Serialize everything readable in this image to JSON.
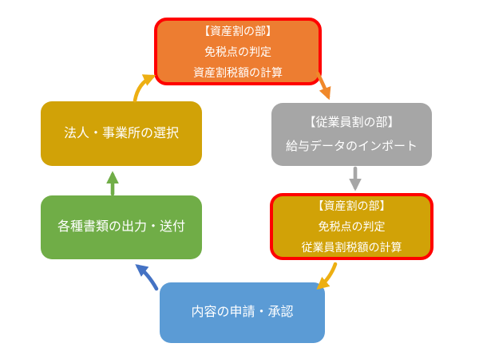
{
  "diagram": {
    "description_type": "circular-flowchart",
    "background": "#FFFFFF",
    "nodes": [
      {
        "id": "asset-part-top",
        "lines": [
          "【資産割の部】",
          "免税点の判定",
          "資産割税額の計算"
        ],
        "fill": "#ED7D31",
        "border": "#FF0000",
        "highlighted": true
      },
      {
        "id": "employee-part-import",
        "lines": [
          "【従業員割の部】",
          "給与データのインポート"
        ],
        "fill": "#A6A6A6",
        "highlighted": false
      },
      {
        "id": "asset-part-right",
        "lines": [
          "【資産割の部】",
          "免税点の判定",
          "従業員割税額の計算"
        ],
        "fill": "#D1A207",
        "border": "#FF0000",
        "highlighted": true
      },
      {
        "id": "apply-approve",
        "lines": [
          "内容の申請・承認"
        ],
        "fill": "#5B9BD5",
        "highlighted": false
      },
      {
        "id": "output-send",
        "lines": [
          "各種書類の出力・送付"
        ],
        "fill": "#70AD47",
        "highlighted": false
      },
      {
        "id": "select-corporation",
        "lines": [
          "法人・事業所の選択"
        ],
        "fill": "#D1A207",
        "highlighted": false
      }
    ],
    "arrows": [
      {
        "id": "select-to-asset-top",
        "from": "select-corporation",
        "to": "asset-part-top",
        "direction": "up-right",
        "color": "#EDAF12"
      },
      {
        "id": "asset-top-to-import",
        "from": "asset-part-top",
        "to": "employee-part-import",
        "direction": "down-right",
        "color": "#F0882A"
      },
      {
        "id": "import-to-asset-right",
        "from": "employee-part-import",
        "to": "asset-part-right",
        "direction": "down",
        "color": "#A6A6A6"
      },
      {
        "id": "asset-right-to-apply",
        "from": "asset-part-right",
        "to": "apply-approve",
        "direction": "down-left",
        "color": "#EDAF12"
      },
      {
        "id": "apply-to-output",
        "from": "apply-approve",
        "to": "output-send",
        "direction": "up-left",
        "color": "#4472C4"
      },
      {
        "id": "output-to-select",
        "from": "output-send",
        "to": "select-corporation",
        "direction": "up",
        "color": "#70AD47"
      }
    ]
  }
}
